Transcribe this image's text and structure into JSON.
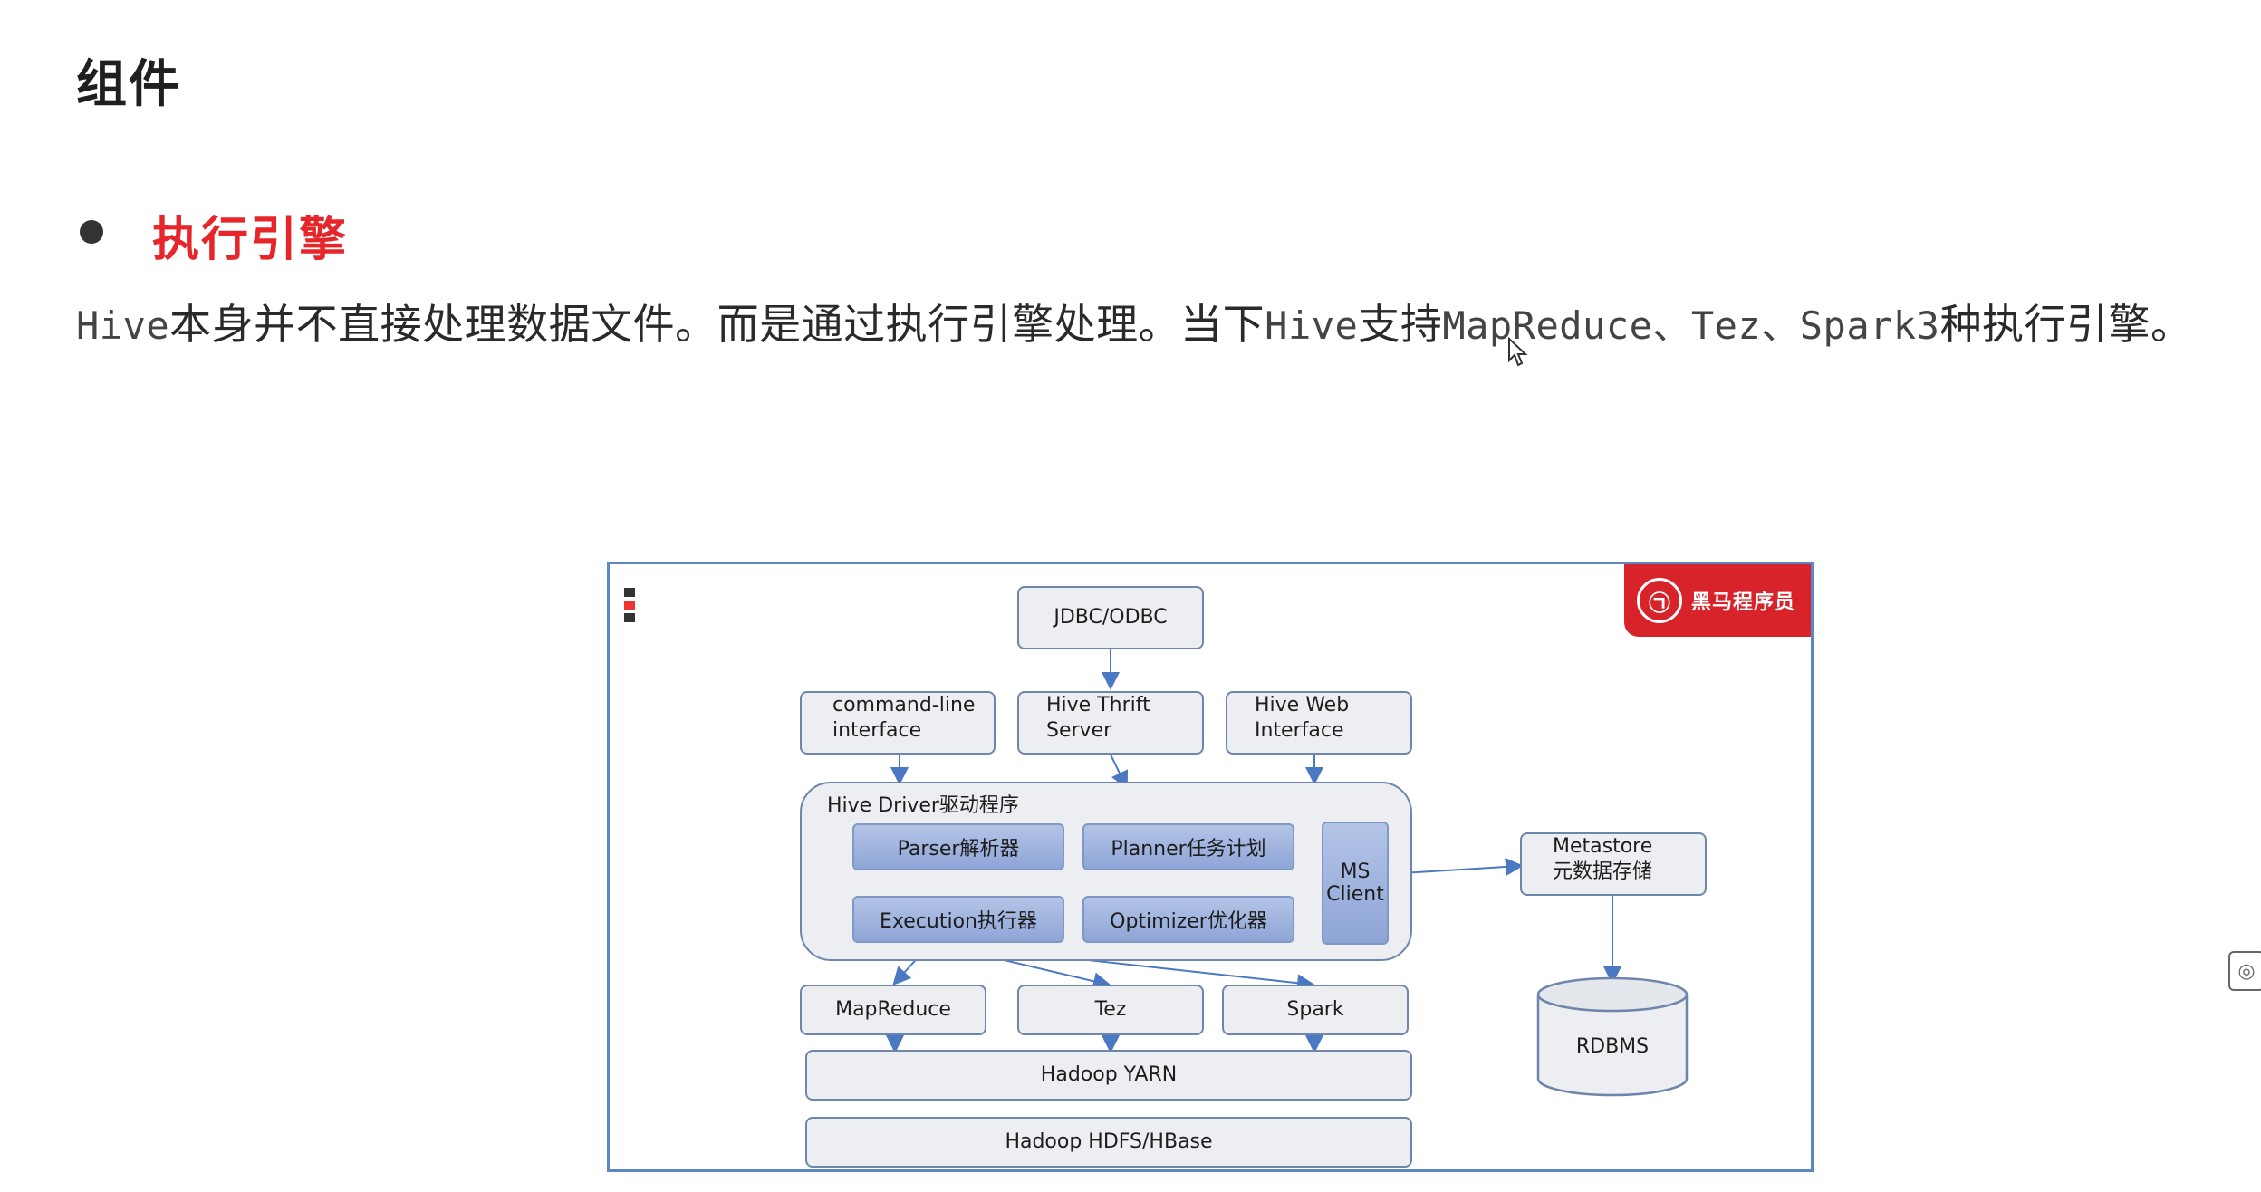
{
  "page": {
    "title": "组件",
    "section_title": "执行引擎",
    "paragraph": {
      "part1": "Hive",
      "part2": "本身并不直接处理数据文件。而是通过执行引擎处理。当下",
      "part3": "Hive",
      "part4": "支持",
      "part5": "MapReduce、Tez、Spark3",
      "part6": "种执行引擎。"
    }
  },
  "diagram": {
    "jdbc": "JDBC/ODBC",
    "cli_line1": "command-line",
    "cli_line2": "interface",
    "thrift_line1": "Hive Thrift",
    "thrift_line2": "Server",
    "web_line1": "Hive Web",
    "web_line2": "Interface",
    "driver": "Hive Driver驱动程序",
    "parser": "Parser解析器",
    "planner": "Planner任务计划",
    "execution": "Execution执行器",
    "optimizer": "Optimizer优化器",
    "ms_line1": "MS",
    "ms_line2": "Client",
    "metastore_line1": "Metastore",
    "metastore_line2": "元数据存储",
    "mapreduce": "MapReduce",
    "tez": "Tez",
    "spark": "Spark",
    "rdbms": "RDBMS",
    "yarn": "Hadoop YARN",
    "hdfs": "Hadoop HDFS/HBase",
    "logo_text": "黑马程序员",
    "logo_mark": "㉠"
  },
  "icons": {
    "cursor": "mouse-pointer-icon",
    "side": "logo-badge-icon"
  },
  "colors": {
    "accent": "#e6262a",
    "frame": "#5b87c5",
    "box_fill": "#eceef1",
    "inner_fill": "#a3b6e0",
    "logo_bg": "#d8232a"
  }
}
